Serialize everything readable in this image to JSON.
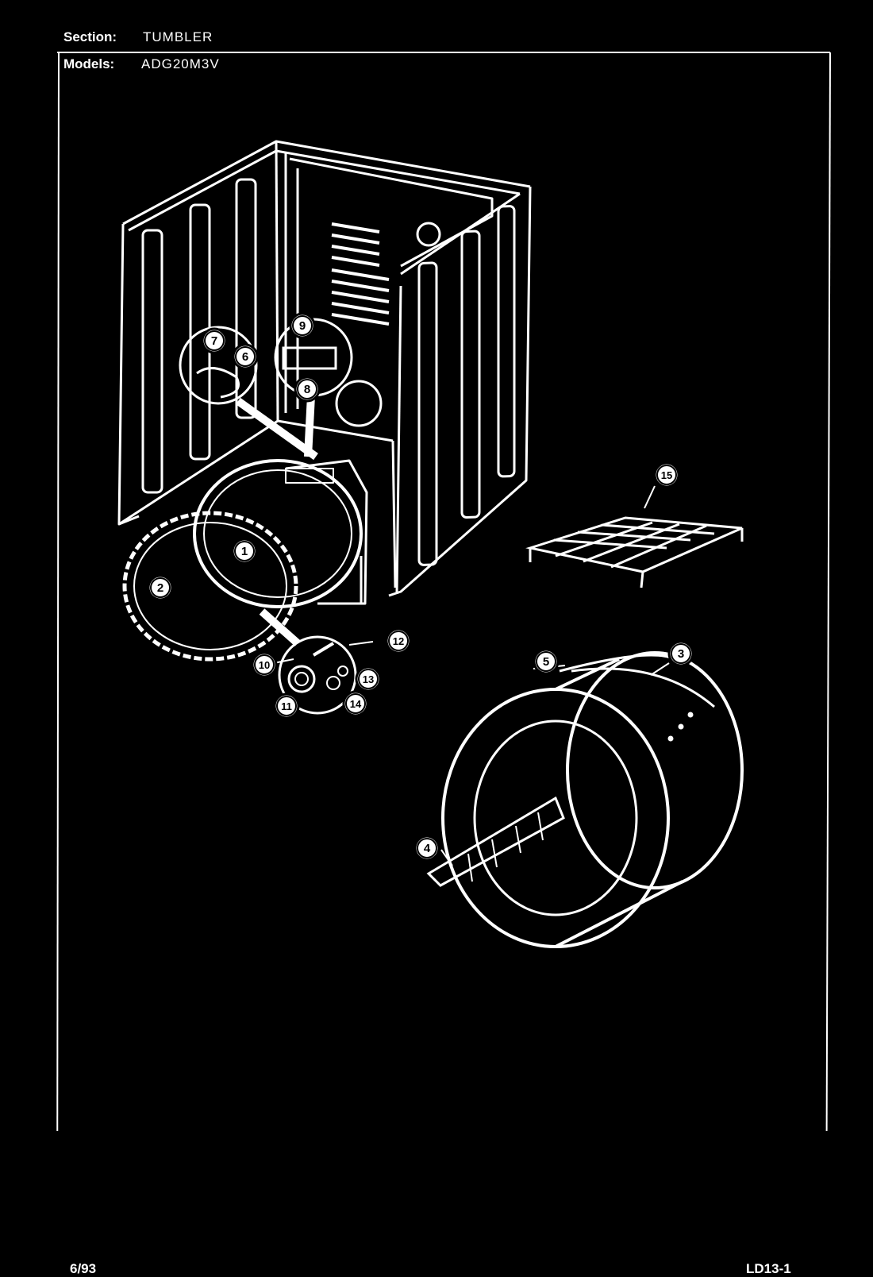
{
  "header": {
    "section_label": "Section:",
    "section_value": "TUMBLER",
    "models_label": "Models:",
    "models_value": "ADG20M3V"
  },
  "footer": {
    "date": "6/93",
    "page_code": "LD13-1"
  },
  "callouts": [
    "1",
    "2",
    "3",
    "4",
    "5",
    "6",
    "7",
    "8",
    "9",
    "10",
    "11",
    "12",
    "13",
    "14",
    "15"
  ],
  "colors": {
    "background": "#000000",
    "line": "#ffffff"
  }
}
